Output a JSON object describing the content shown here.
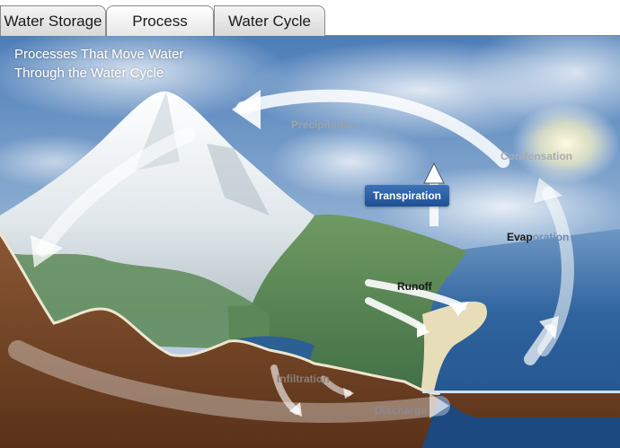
{
  "tabs": [
    {
      "label": "Water Storage",
      "active": false
    },
    {
      "label": "Process",
      "active": true
    },
    {
      "label": "Water Cycle",
      "active": false
    }
  ],
  "diagram": {
    "title_line1": "Processes That Move Water",
    "title_line2": "Through the Water Cycle",
    "labels": {
      "precipitation": "Precipitation",
      "condensation": "Condensation",
      "transpiration": "Transpiration",
      "evaporation_prefix": "Evap",
      "evaporation_suffix": "oration",
      "runoff": "Runoff",
      "infiltration": "Infiltration",
      "discharge": "Discharge"
    },
    "colors": {
      "sky_top": "#4f7fb8",
      "sky_bottom": "#c9d9ea",
      "ocean": "#2f6aa6",
      "ground": "#7a4a2a",
      "transpiration_badge": "#2a5fa3"
    }
  }
}
